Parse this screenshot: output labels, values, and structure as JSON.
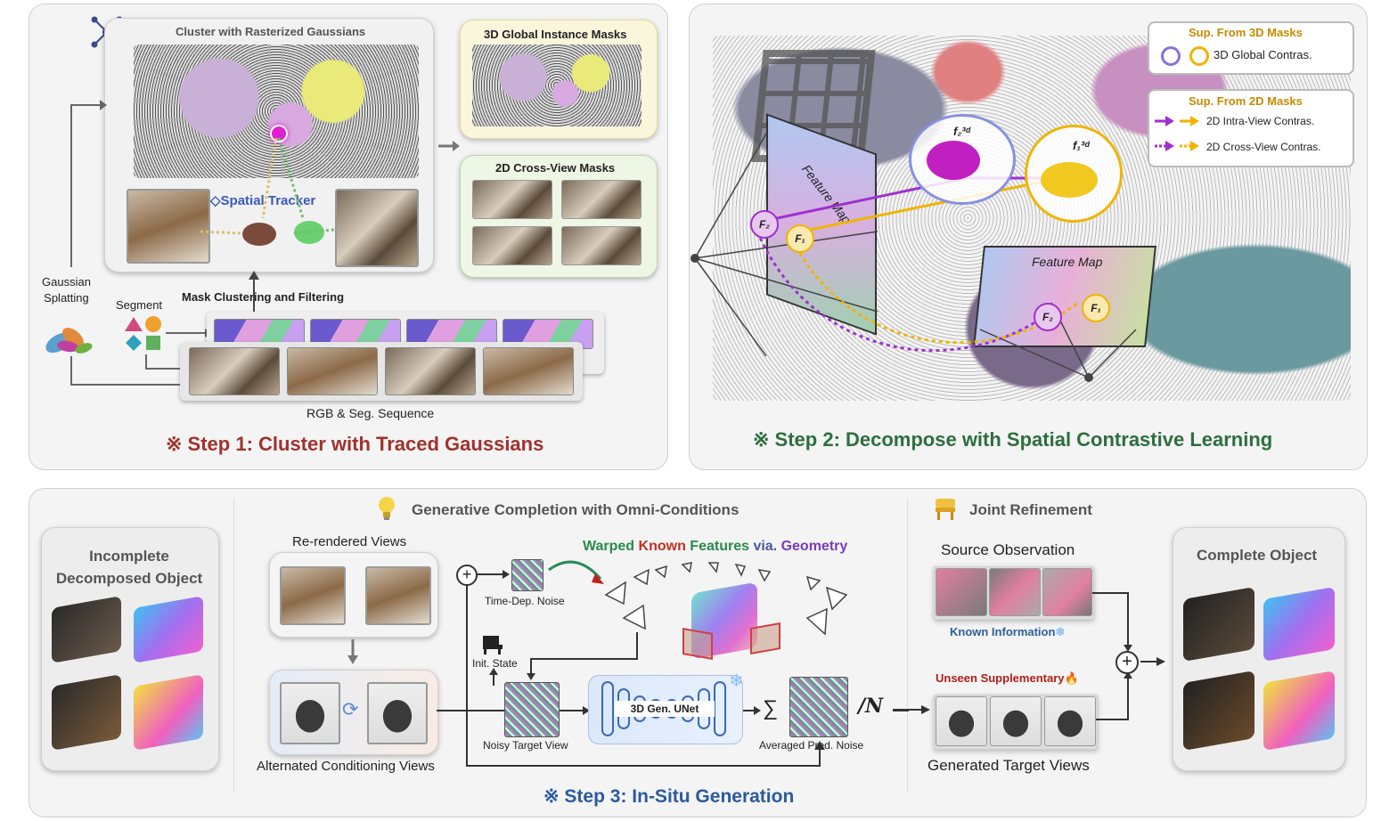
{
  "step1": {
    "title": "※ Step 1: Cluster with Traced Gaussians",
    "cluster_title": "Cluster with Rasterized Gaussians",
    "tracker_label": "◇Spatial Tracker",
    "global_masks_title": "3D Global Instance Masks",
    "cross_view_title": "2D Cross-View Masks",
    "gaussian_splatting_label": "Gaussian\nSplatting",
    "segment_label": "Segment",
    "mask_clustering_label": "Mask Clustering and Filtering",
    "sequence_label": "RGB & Seg. Sequence"
  },
  "step2": {
    "title": "※ Step 2: Decompose with Spatial Contrastive Learning",
    "legend_3d_title": "Sup. From 3D Masks",
    "legend_3d_item": "3D Global Contras.",
    "legend_2d_title": "Sup. From 2D Masks",
    "legend_2d_item1": "2D Intra-View Contras.",
    "legend_2d_item2": "2D Cross-View Contras.",
    "feature_map_label": "Feature Map",
    "feature_map_label2": "Feature Map",
    "f2_3d": "f₂³ᵈ",
    "f1_3d": "f₁³ᵈ",
    "F2": "F₂",
    "F1": "F₁"
  },
  "step3": {
    "title": "※ Step 3: In-Situ Generation",
    "omni_title": "Generative Completion with Omni-Conditions",
    "joint_title": "Joint Refinement",
    "incomplete_title": "Incomplete\nDecomposed Object",
    "complete_title": "Complete Object",
    "rerendered_label": "Re-rendered Views",
    "alternated_label": "Alternated Conditioning Views",
    "warped_warped": "Warped ",
    "warped_known": "Known ",
    "warped_features": "Features ",
    "warped_via": "via. ",
    "warped_geometry": "Geometry",
    "time_noise_label": "Time-Dep. Noise",
    "init_state_label": "Init. State",
    "noisy_target_label": "Noisy Target View",
    "unet_label": "3D Gen. UNet",
    "averaged_label": "Averaged Pred. Noise",
    "sum_symbol": "∑",
    "div_n": "/N",
    "source_obs_label": "Source Observation",
    "known_info_label": "Known Information",
    "unseen_label": "Unseen Supplementary",
    "generated_label": "Generated Target Views",
    "plus_symbol": "+"
  },
  "colors": {
    "step1_title": "#a0322e",
    "step2_title": "#2e6e3e",
    "step3_title": "#2a5aa0",
    "purple": "#9b30d0",
    "yellow": "#f0b400",
    "known_blue": "#2d5f9a",
    "unseen_red": "#b0201a"
  }
}
